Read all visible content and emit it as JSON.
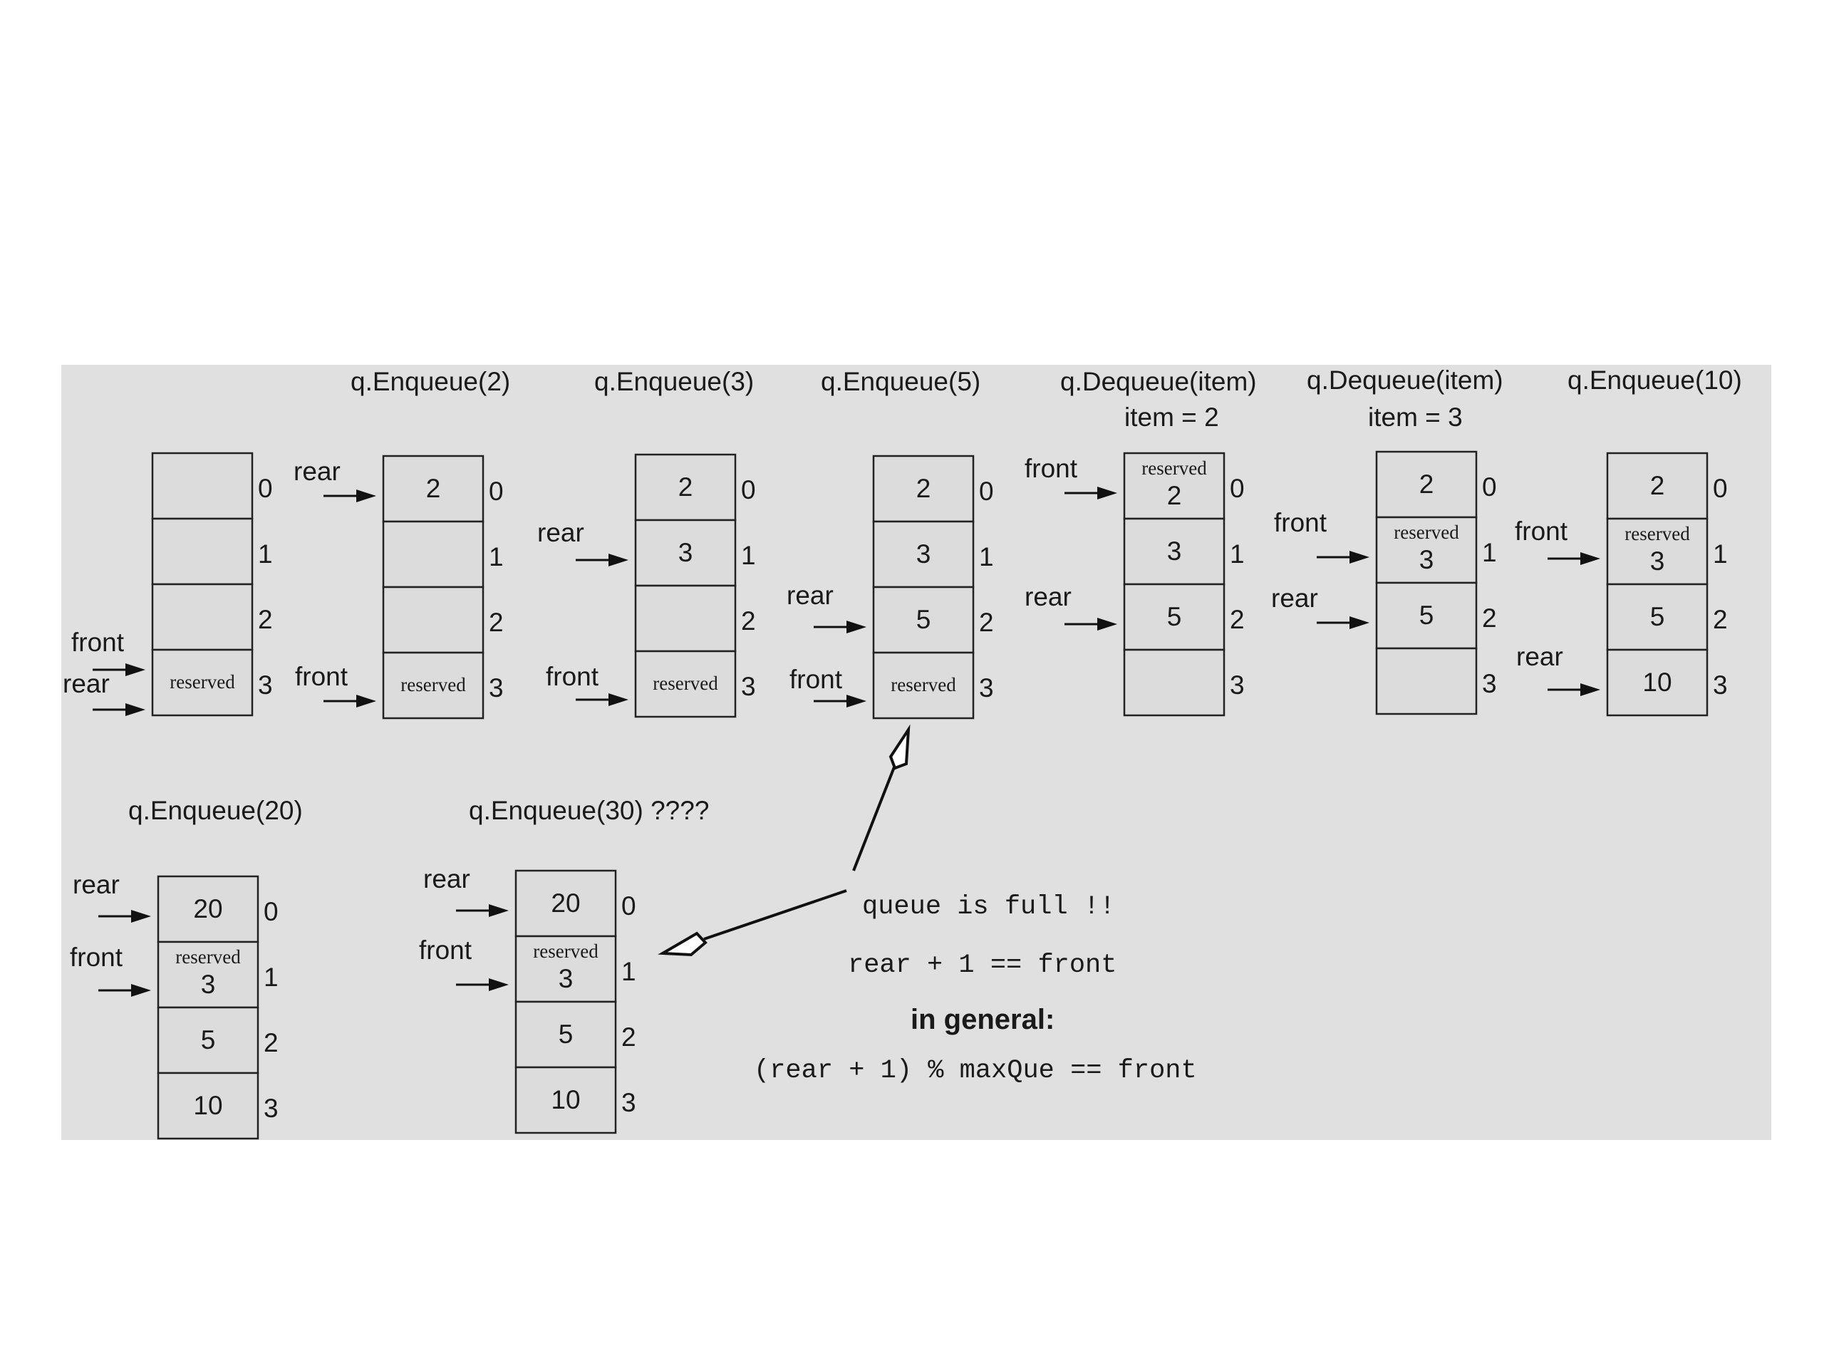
{
  "reserved_label": "reserved",
  "pointer_labels": {
    "front": "front",
    "rear": "rear"
  },
  "colors": {
    "panel": "#e0e0e0",
    "stroke": "#222222",
    "cell": "#dcdcdc"
  },
  "queues": [
    {
      "title": "",
      "subtitle": "",
      "cells": [
        "",
        "",
        "",
        ""
      ],
      "reserved": [
        false,
        false,
        false,
        true
      ],
      "front": 3,
      "rear": 3
    },
    {
      "title": "q.Enqueue(2)",
      "subtitle": "",
      "cells": [
        "2",
        "",
        "",
        ""
      ],
      "reserved": [
        false,
        false,
        false,
        true
      ],
      "front": 3,
      "rear": 0
    },
    {
      "title": "q.Enqueue(3)",
      "subtitle": "",
      "cells": [
        "2",
        "3",
        "",
        ""
      ],
      "reserved": [
        false,
        false,
        false,
        true
      ],
      "front": 3,
      "rear": 1
    },
    {
      "title": "q.Enqueue(5)",
      "subtitle": "",
      "cells": [
        "2",
        "3",
        "5",
        ""
      ],
      "reserved": [
        false,
        false,
        false,
        true
      ],
      "front": 3,
      "rear": 2
    },
    {
      "title": "q.Dequeue(item)",
      "subtitle": "item = 2",
      "cells": [
        "2",
        "3",
        "5",
        ""
      ],
      "reserved": [
        true,
        false,
        false,
        false
      ],
      "front": 0,
      "rear": 2
    },
    {
      "title": "q.Dequeue(item)",
      "subtitle": "item = 3",
      "cells": [
        "2",
        "3",
        "5",
        ""
      ],
      "reserved": [
        false,
        true,
        false,
        false
      ],
      "front": 1,
      "rear": 2
    },
    {
      "title": "q.Enqueue(10)",
      "subtitle": "",
      "cells": [
        "2",
        "3",
        "5",
        "10"
      ],
      "reserved": [
        false,
        true,
        false,
        false
      ],
      "front": 1,
      "rear": 3
    },
    {
      "title": "q.Enqueue(20)",
      "subtitle": "",
      "cells": [
        "20",
        "3",
        "5",
        "10"
      ],
      "reserved": [
        false,
        true,
        false,
        false
      ],
      "front": 1,
      "rear": 0
    },
    {
      "title": "q.Enqueue(30)  ????",
      "subtitle": "",
      "cells": [
        "20",
        "3",
        "5",
        "10"
      ],
      "reserved": [
        false,
        true,
        false,
        false
      ],
      "front": 1,
      "rear": 0
    }
  ],
  "note": {
    "full": "queue is full !!",
    "condition": "rear + 1 == front",
    "general_heading": "in general:",
    "general_formula": "(rear + 1) % maxQue == front"
  }
}
